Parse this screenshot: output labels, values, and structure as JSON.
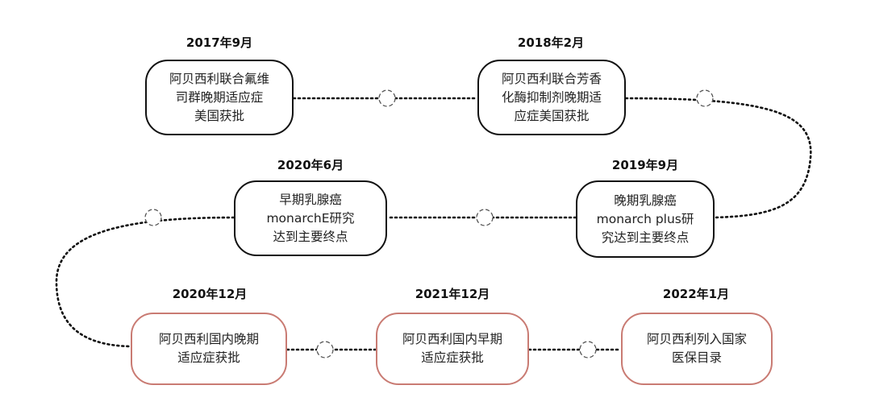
{
  "colors": {
    "outline": "#111111",
    "domestic_outline": "#c97b73",
    "text": "#222222",
    "background": "#ffffff"
  },
  "milestones": [
    {
      "date": "2017年9月",
      "text": "阿贝西利联合氟维\n司群晚期适应症\n美国获批"
    },
    {
      "date": "2018年2月",
      "text": "阿贝西利联合芳香\n化酶抑制剂晚期适\n应症美国获批"
    },
    {
      "date": "2019年9月",
      "text": "晚期乳腺癌\nmonarch plus研\n究达到主要终点"
    },
    {
      "date": "2020年6月",
      "text": "早期乳腺癌\nmonarchE研究\n达到主要终点"
    },
    {
      "date": "2020年12月",
      "text": "阿贝西利国内晚期\n适应症获批"
    },
    {
      "date": "2021年12月",
      "text": "阿贝西利国内早期\n适应症获批"
    },
    {
      "date": "2022年1月",
      "text": "阿贝西利列入国家\n医保目录"
    }
  ]
}
